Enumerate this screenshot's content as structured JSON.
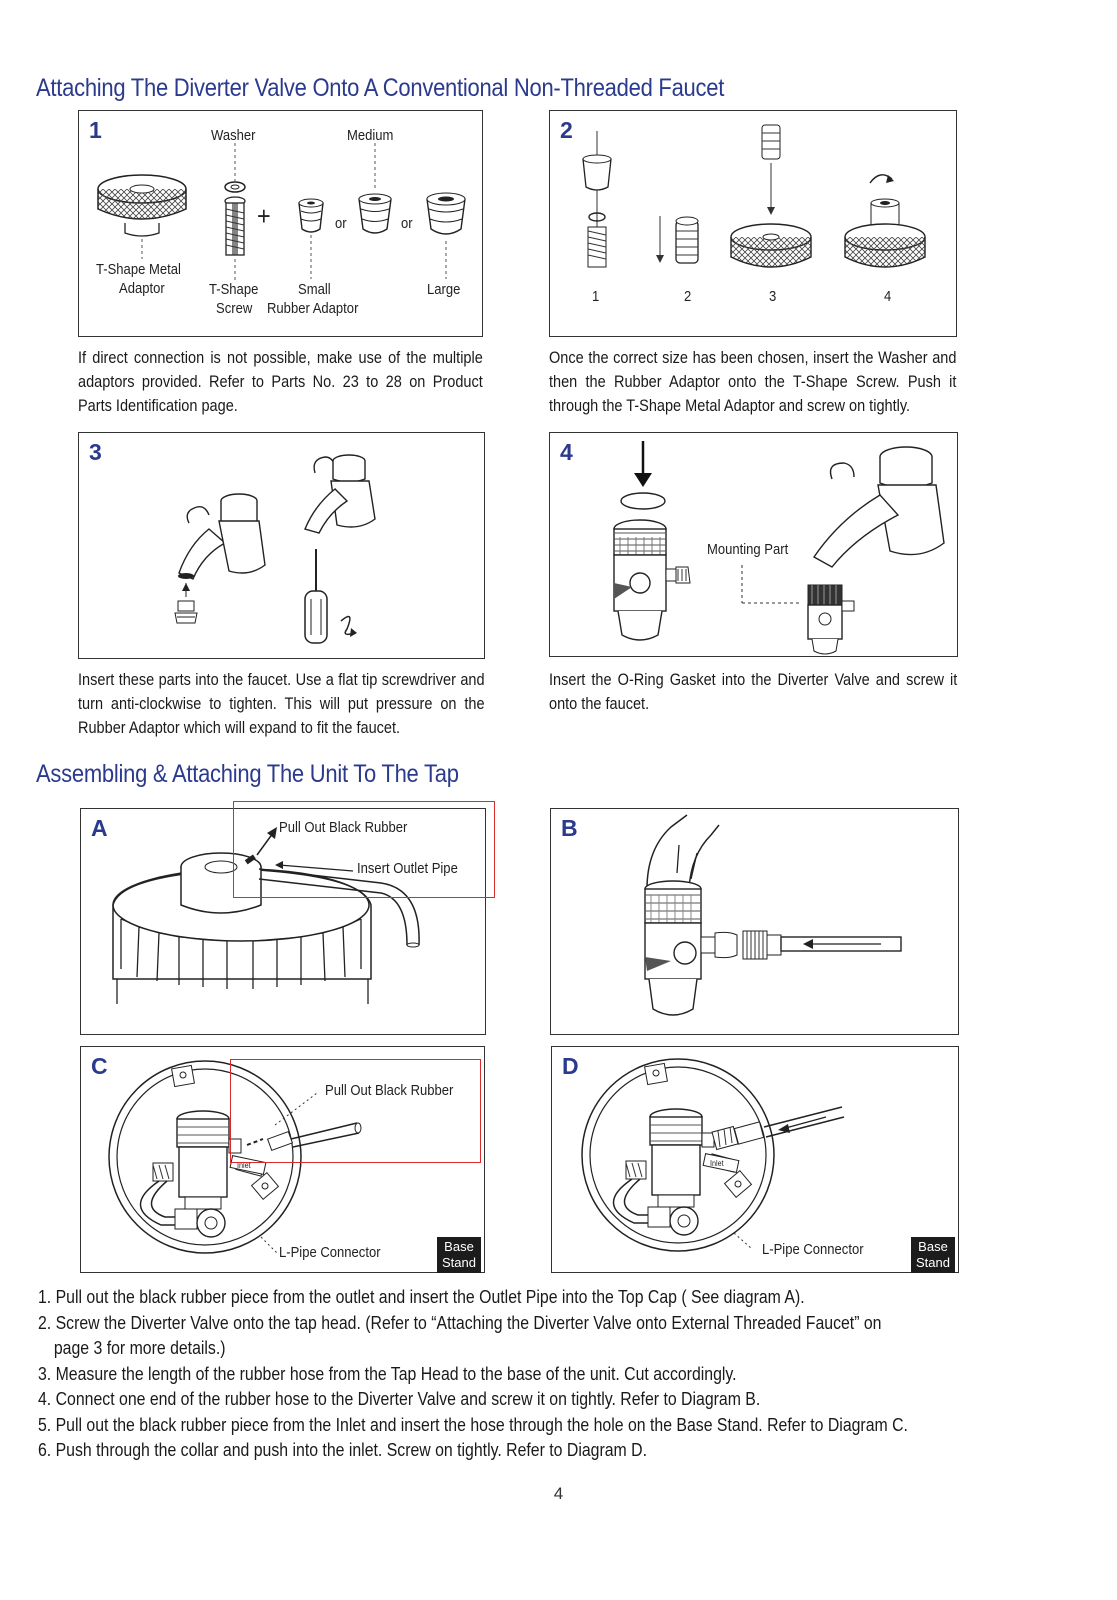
{
  "section1": {
    "title": "Attaching The Diverter Valve Onto A Conventional Non-Threaded Faucet",
    "panel1": {
      "num": "1",
      "washer": "Washer",
      "medium": "Medium",
      "tshape_metal_1": "T-Shape Metal",
      "tshape_metal_2": "Adaptor",
      "tshape_screw_1": "T-Shape",
      "tshape_screw_2": "Screw",
      "small_1": "Small",
      "small_2": "Rubber Adaptor",
      "large": "Large",
      "plus": "+",
      "or1": "or",
      "or2": "or",
      "caption": "If direct connection is not possible, make use of the multiple adaptors provided. Refer to Parts No. 23 to 28 on Product Parts Identification page."
    },
    "panel2": {
      "num": "2",
      "sub1": "1",
      "sub2": "2",
      "sub3": "3",
      "sub4": "4",
      "caption": "Once the correct size has been chosen, insert the Washer and then the Rubber Adaptor onto the T-Shape Screw. Push it through the T-Shape Metal Adaptor and screw on tightly."
    },
    "panel3": {
      "num": "3",
      "caption": "Insert these parts into the faucet. Use a flat tip screwdriver and turn anti-clockwise to tighten. This will put pressure on the Rubber Adaptor which will expand to fit the faucet."
    },
    "panel4": {
      "num": "4",
      "mounting_part": "Mounting Part",
      "caption": "Insert the O-Ring Gasket into the Diverter Valve and screw it onto the faucet."
    }
  },
  "section2": {
    "title": "Assembling & Attaching The Unit To The Tap",
    "panelA": {
      "num": "A",
      "pull_out": "Pull Out Black Rubber",
      "insert_outlet": "Insert Outlet Pipe"
    },
    "panelB": {
      "num": "B"
    },
    "panelC": {
      "num": "C",
      "pull_out": "Pull Out Black Rubber",
      "lpipe": "L-Pipe Connector",
      "inlet": "Inlet",
      "base1": "Base",
      "base2": "Stand"
    },
    "panelD": {
      "num": "D",
      "lpipe": "L-Pipe Connector",
      "inlet": "Inlet",
      "base1": "Base",
      "base2": "Stand"
    },
    "steps": [
      "1. Pull out the black rubber piece from the outlet and insert the Outlet Pipe into the Top Cap ( See diagram A).",
      "2. Screw the Diverter Valve onto the tap head. (Refer to “Attaching the Diverter Valve onto External Threaded Faucet” on page 3 for more details.)",
      "3. Measure the length of the rubber hose from the Tap Head to the base of the unit. Cut accordingly.",
      "4. Connect one end of the rubber hose to the Diverter Valve and screw it on tightly. Refer to Diagram B.",
      "5. Pull out the black rubber piece from the Inlet and insert the hose through the hole on the Base Stand. Refer to Diagram C.",
      "6. Push through the collar and push into the inlet. Screw on tightly. Refer to Diagram D."
    ]
  },
  "page_number": "4",
  "colors": {
    "heading": "#2b3a8c",
    "highlight": "#d92b2b",
    "line": "#333333"
  }
}
